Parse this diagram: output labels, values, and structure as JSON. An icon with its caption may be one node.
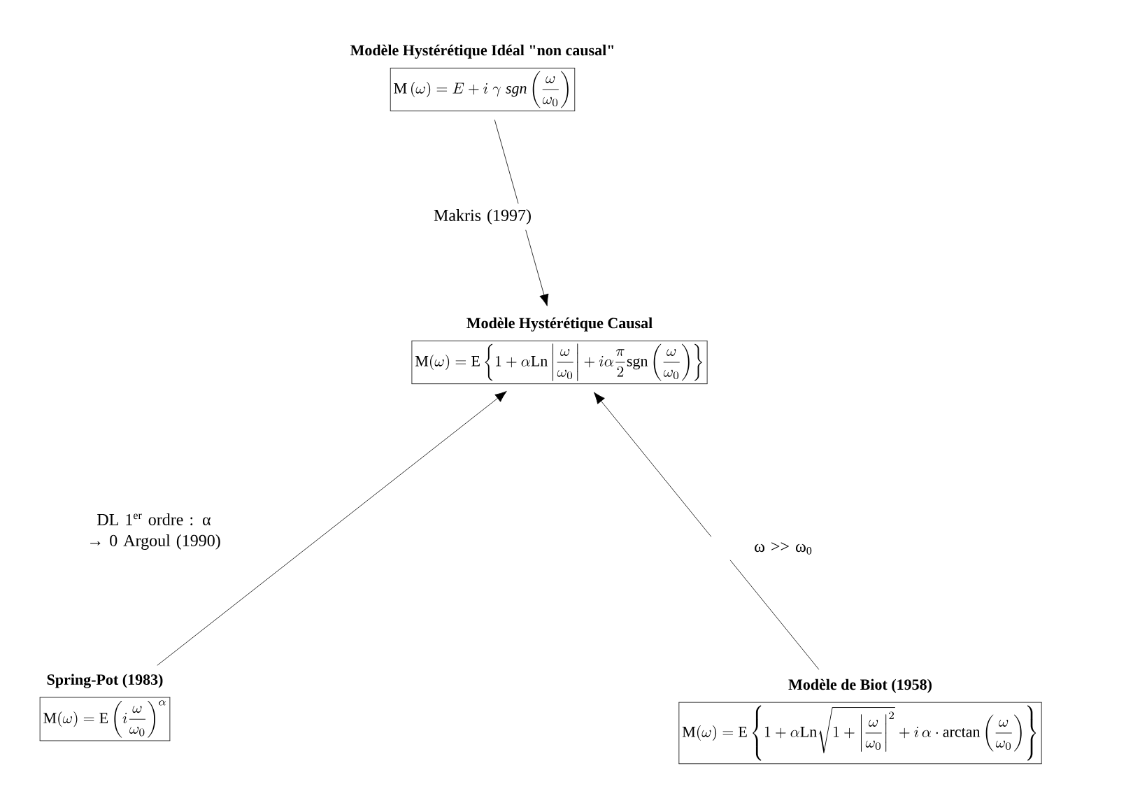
{
  "diagram": {
    "nodes": [
      {
        "text": [
          "Modèle Hystérétique Idéal \"non causal\"",
          "\\mathrm{M}\\left(\\omega\\right)= E + i\\;\\gamma\\;\\mathit{sgn}\\left(\\frac{\\omega}{\\omega_0}\\right)"
        ]
      },
      {
        "text": [
          "Modèle Hystérétique Causal",
          "\\mathrm{M}(\\omega)=\\mathrm{E}\\left\\{1+\\alpha\\mathrm{Ln}\\left|\\frac{\\omega}{\\omega_0}\\right|+i\\alpha\\frac{\\pi}{2}\\mathrm{sgn}\\left(\\frac{\\omega}{\\omega_0}\\right)\\right\\}"
        ]
      },
      {
        "text": [
          "Spring-Pot (1983)",
          "\\mathrm{M}(\\omega)=\\mathrm{E}\\left(i\\frac{\\omega}{\\omega_0}\\right)^{\\alpha}"
        ]
      },
      {
        "text": [
          "Modèle de Biot (1958)",
          "\\mathrm{M}(\\omega)=\\mathrm{E}\\left\\{1+\\alpha\\mathrm{Ln}\\sqrt{1+\\left|\\frac{\\omega}{\\omega_0}\\right|^2}+i\\,\\alpha\\cdot\\arctan\\left(\\frac{\\omega}{\\omega_0}\\right)\\right\\}"
        ]
      }
    ],
    "edges": [
      {
        "from": 0,
        "to": 1,
        "arrow": "to",
        "label": "Makris (1997)"
      },
      {
        "from": 2,
        "to": 1,
        "arrow": "to",
        "label": "DL 1$^{er}$ ordre : α → 0 Argoul (1990)"
      },
      {
        "from": 3,
        "to": 1,
        "arrow": "to",
        "label": "ω >> ω$_{0}$"
      }
    ]
  }
}
